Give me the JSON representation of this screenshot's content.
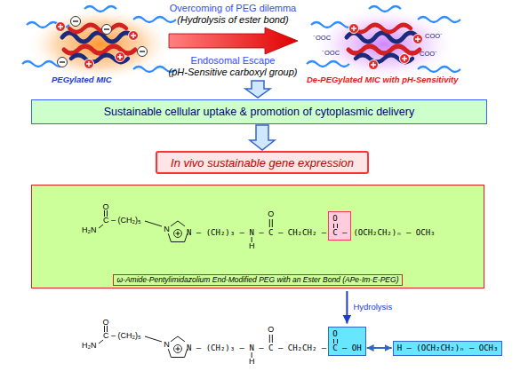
{
  "diagram": {
    "nodes": [
      {
        "text": [
          "Sustainable cellular uptake & promotion of cytoplasmic delivery"
        ]
      },
      {
        "text": [
          "In vivo sustainable gene expression"
        ]
      },
      {
        "text": [
          "ω-Amide-Pentylimidazolium End-Modified PEG with an Ester Bond (APe-Im-E-PEG)"
        ]
      },
      {
        "text": [
          "O",
          "C –"
        ],
        "in": 2
      },
      {
        "text": [
          "O",
          "C – OH"
        ]
      },
      {
        "text": [
          "H – (OCH₂CH₂)ₙ – OCH₃"
        ]
      }
    ],
    "edges": [
      {
        "from": 0,
        "to": 1,
        "arrow": "to"
      },
      {
        "from": 4,
        "to": 5,
        "arrow": "both"
      }
    ],
    "labels": [
      "Overcoming of PEG dilemma",
      "(Hydrolysis of ester bond)",
      "Endosomal Escape",
      "(pH-Sensitive carboxyl group)",
      "PEGylated MIC",
      "De-PEGylated MIC with pH-Sensitivity",
      "⁻OOC",
      "COO⁻",
      "COO⁻",
      "⁻OOC",
      "O",
      "C – (CH₂)₅",
      "H₂N",
      "N",
      "N – (CH₂)₃ – N – C – CH₂CH₂ –",
      "H",
      "O",
      "(OCH₂CH₂)ₙ – OCH₃",
      "Hydrolysis",
      "O",
      "C – (CH₂)₅",
      "H₂N",
      "N",
      "N – (CH₂)₃ – N – C – CH₂CH₂ –",
      "H",
      "O"
    ]
  }
}
